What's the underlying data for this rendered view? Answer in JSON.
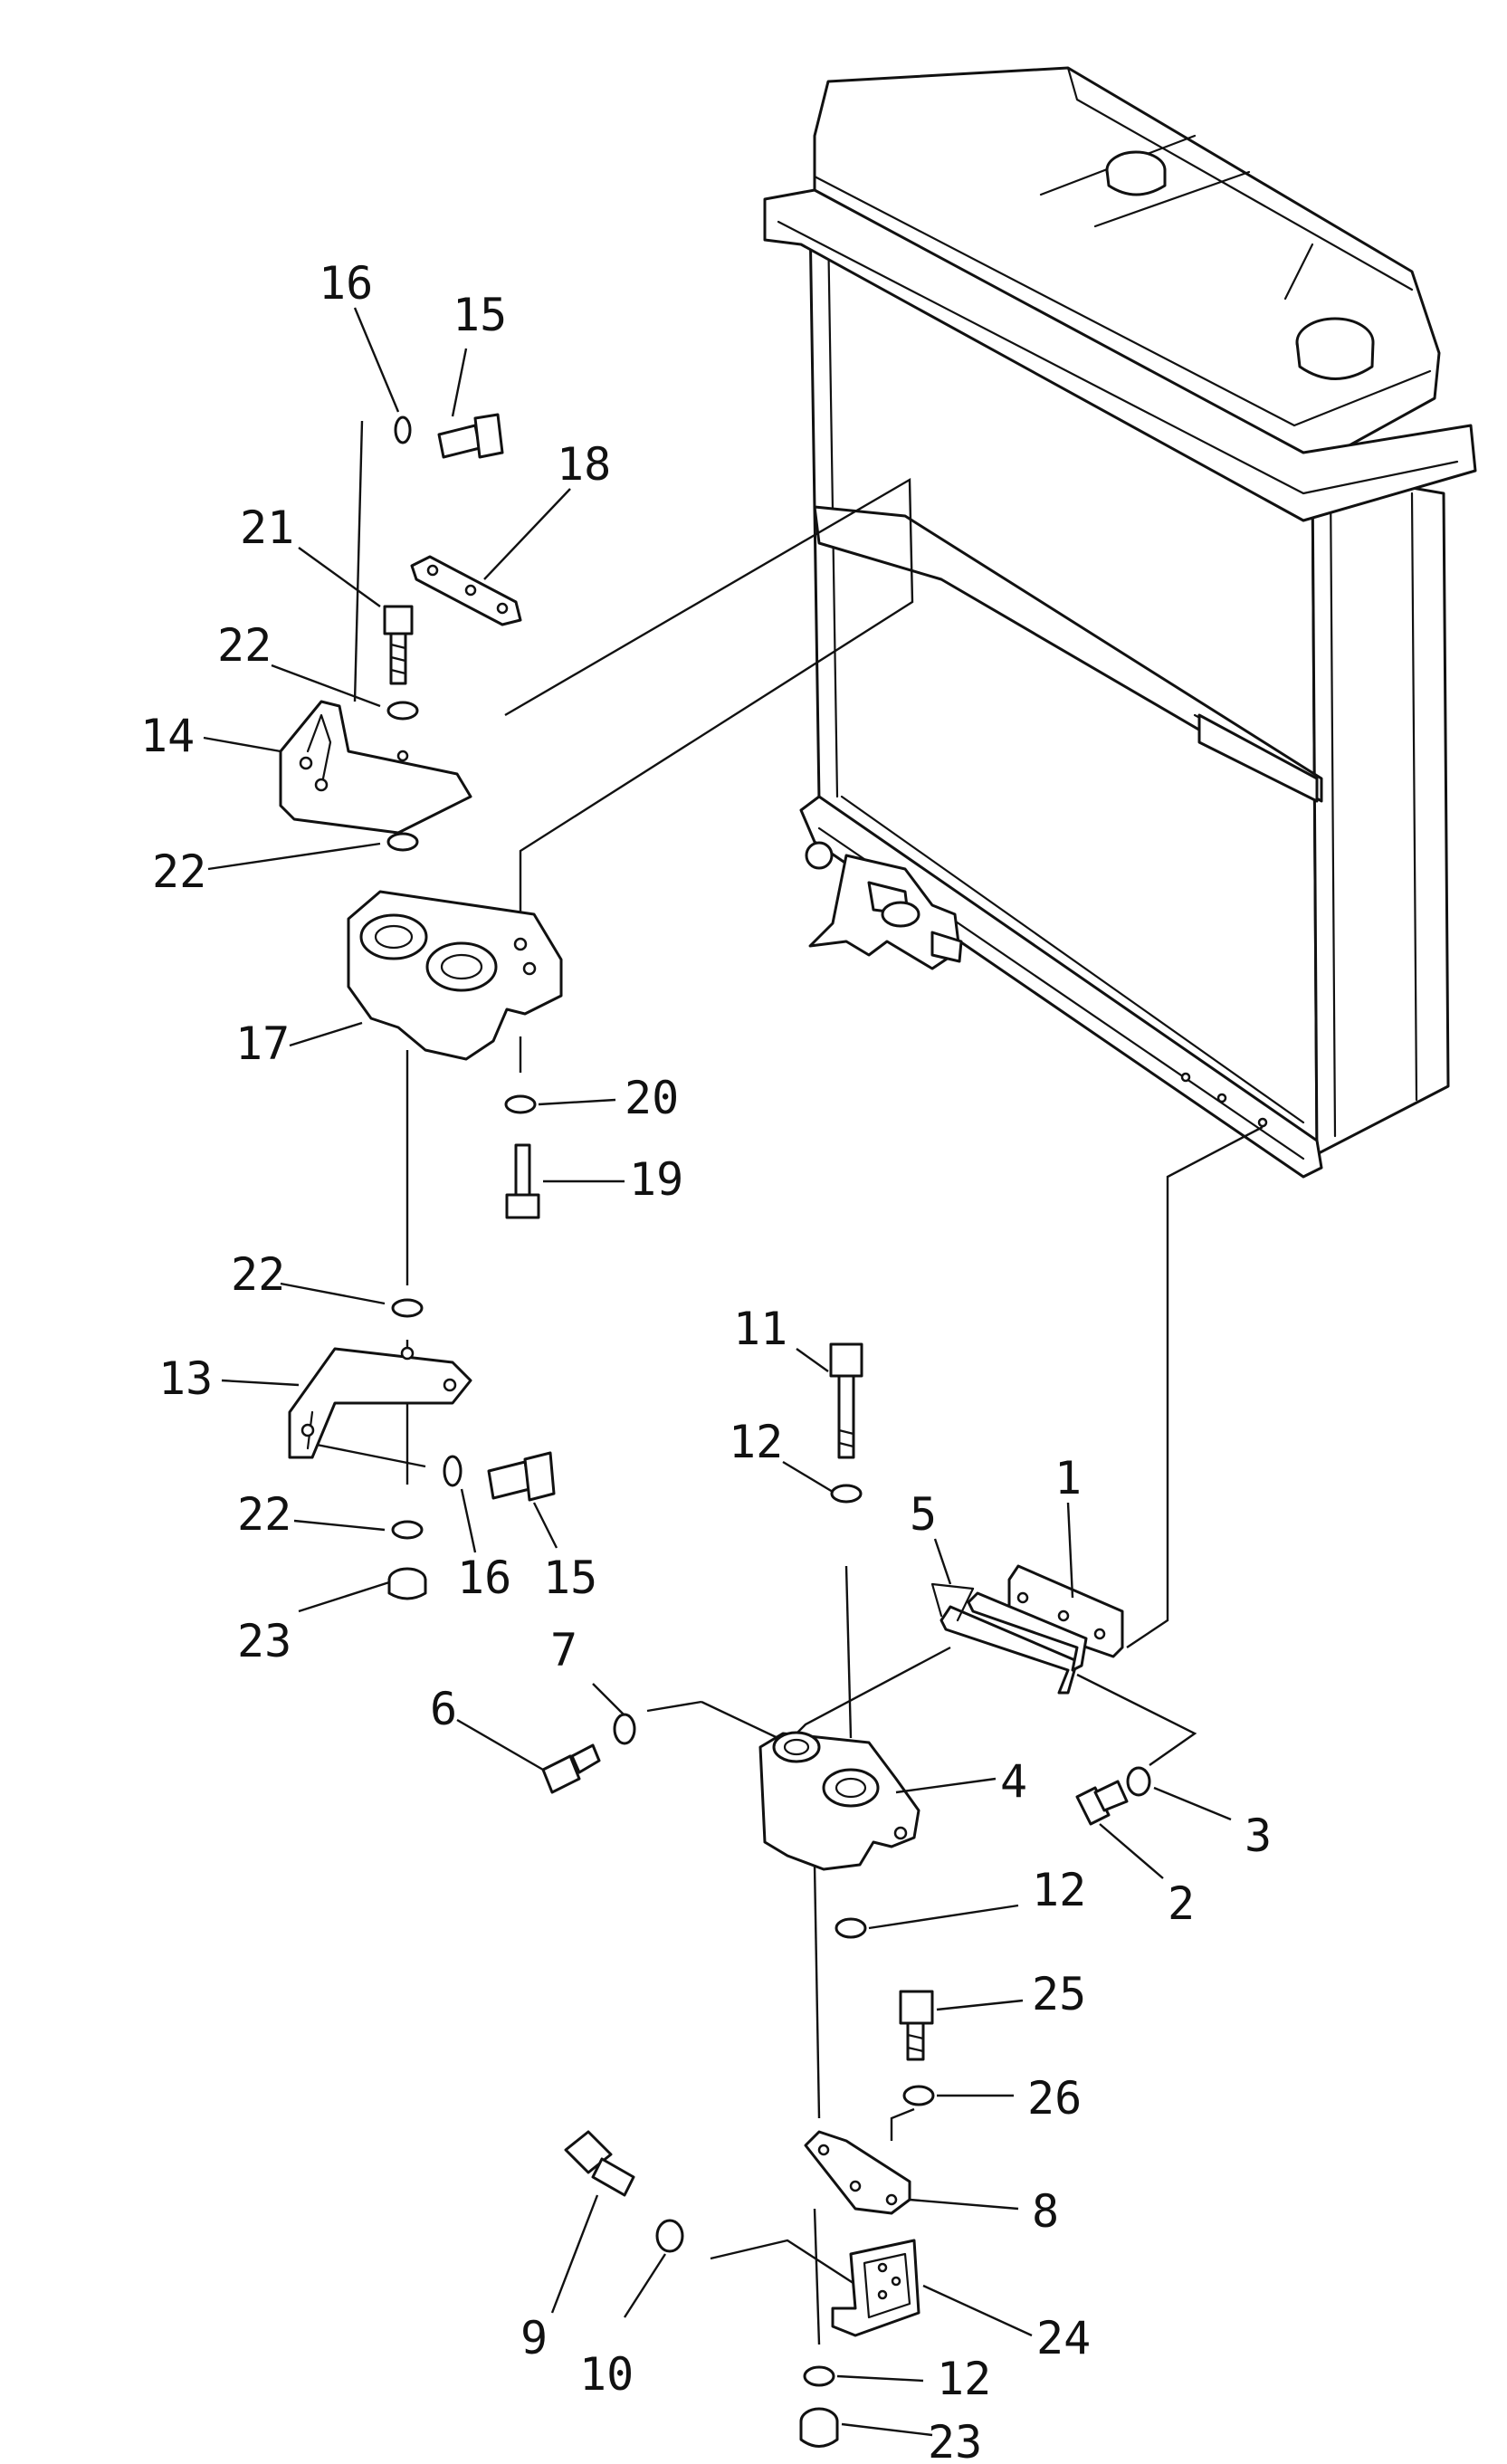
{
  "callouts": [
    {
      "id": "c16a",
      "text": "16"
    },
    {
      "id": "c15a",
      "text": "15"
    },
    {
      "id": "c18",
      "text": "18"
    },
    {
      "id": "c21",
      "text": "21"
    },
    {
      "id": "c22a",
      "text": "22"
    },
    {
      "id": "c14",
      "text": "14"
    },
    {
      "id": "c22b",
      "text": "22"
    },
    {
      "id": "c17",
      "text": "17"
    },
    {
      "id": "c20",
      "text": "20"
    },
    {
      "id": "c19",
      "text": "19"
    },
    {
      "id": "c22c",
      "text": "22"
    },
    {
      "id": "c13",
      "text": "13"
    },
    {
      "id": "c22d",
      "text": "22"
    },
    {
      "id": "c16b",
      "text": "16"
    },
    {
      "id": "c15b",
      "text": "15"
    },
    {
      "id": "c23a",
      "text": "23"
    },
    {
      "id": "c11",
      "text": "11"
    },
    {
      "id": "c12a",
      "text": "12"
    },
    {
      "id": "c5",
      "text": "5"
    },
    {
      "id": "c1",
      "text": "1"
    },
    {
      "id": "c7",
      "text": "7"
    },
    {
      "id": "c6",
      "text": "6"
    },
    {
      "id": "c4",
      "text": "4"
    },
    {
      "id": "c3",
      "text": "3"
    },
    {
      "id": "c2",
      "text": "2"
    },
    {
      "id": "c12b",
      "text": "12"
    },
    {
      "id": "c25",
      "text": "25"
    },
    {
      "id": "c26",
      "text": "26"
    },
    {
      "id": "c8",
      "text": "8"
    },
    {
      "id": "c9",
      "text": "9"
    },
    {
      "id": "c24",
      "text": "24"
    },
    {
      "id": "c10",
      "text": "10"
    },
    {
      "id": "c12c",
      "text": "12"
    },
    {
      "id": "c23b",
      "text": "23"
    }
  ]
}
